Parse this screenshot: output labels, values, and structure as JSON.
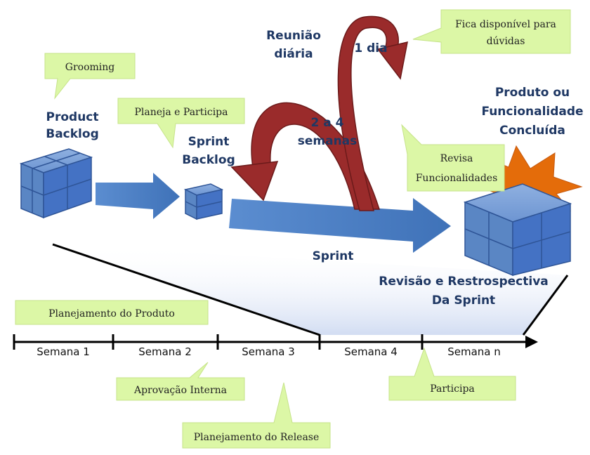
{
  "labels": {
    "product_backlog_1": "Product",
    "product_backlog_2": "Backlog",
    "sprint_backlog_1": "Sprint",
    "sprint_backlog_2": "Backlog",
    "reuniao_1": "Reunião",
    "reuniao_2": "diária",
    "um_dia": "1 dia",
    "duracao_1": "2 a 4",
    "duracao_2": "semanas",
    "sprint": "Sprint",
    "produto_1": "Produto ou",
    "produto_2": "Funcionalidade",
    "produto_3": "Concluída",
    "revisao_1": "Revisão e Restrospectiva",
    "revisao_2": "Da Sprint"
  },
  "notes": {
    "grooming": "Grooming",
    "planeja_participa": "Planeja e Participa",
    "fica_disponivel_1": "Fica disponível para",
    "fica_disponivel_2": "dúvidas",
    "revisa_1": "Revisa",
    "revisa_2": "Funcionalidades",
    "planejamento_produto": "Planejamento do Produto",
    "aprovacao_interna": "Aprovação Interna",
    "planejamento_release": "Planejamento do Release",
    "participa": "Participa"
  },
  "timeline": {
    "weeks": [
      "Semana 1",
      "Semana 2",
      "Semana 3",
      "Semana 4",
      "Semana n"
    ]
  },
  "colors": {
    "cube": "#4f81bd",
    "arrow": "#4f81bd",
    "cycle": "#9a2b2b",
    "burst": "#e46c0a",
    "note": "#dcf7a6",
    "label": "#1f3864"
  }
}
